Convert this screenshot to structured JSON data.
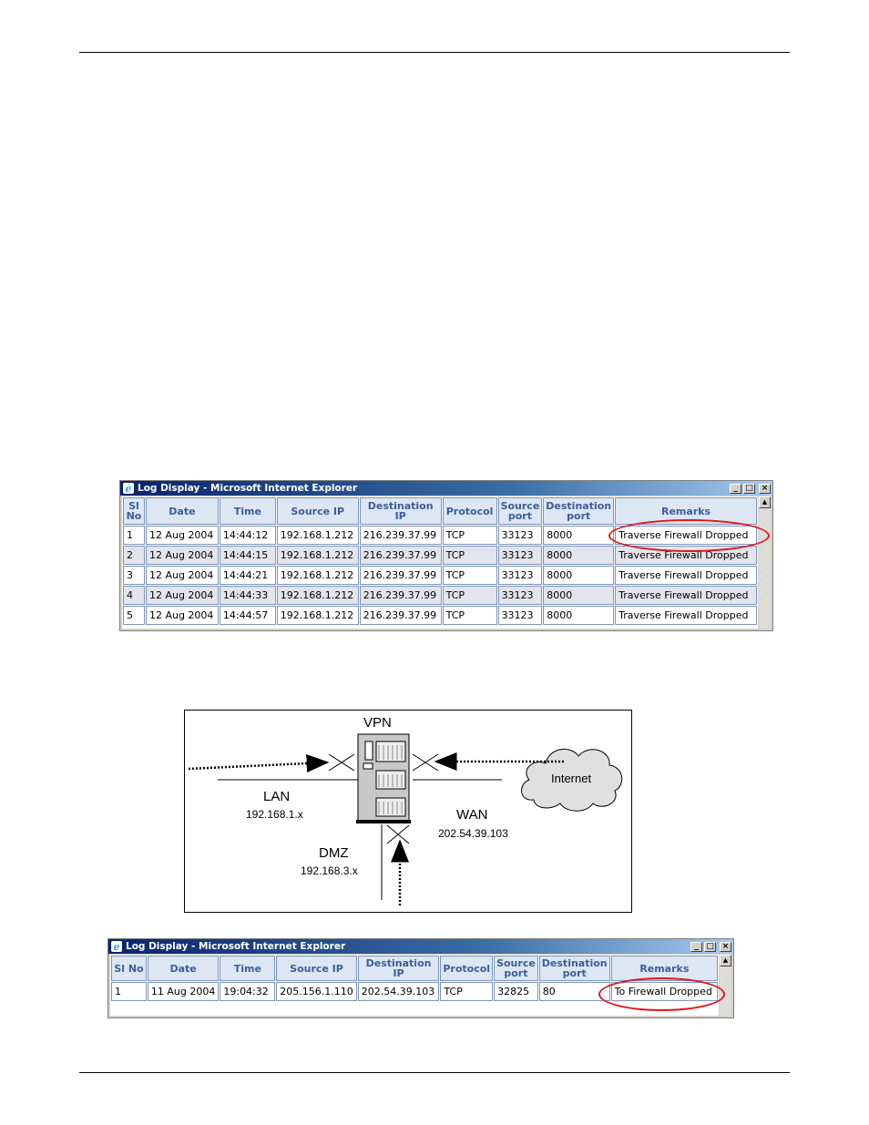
{
  "window1": {
    "title": "Log Display - Microsoft Internet Explorer",
    "controls": [
      "_",
      "□",
      "×"
    ],
    "columns": [
      "Sl No",
      "Date",
      "Time",
      "Source IP",
      "Destination IP",
      "Protocol",
      "Source port",
      "Destination port",
      "Remarks"
    ],
    "rows": [
      {
        "sl": "1",
        "date": "12 Aug 2004",
        "time": "14:44:12",
        "src_ip": "192.168.1.212",
        "dst_ip": "216.239.37.99",
        "protocol": "TCP",
        "src_port": "33123",
        "dst_port": "8000",
        "remarks": "Traverse Firewall Dropped"
      },
      {
        "sl": "2",
        "date": "12 Aug 2004",
        "time": "14:44:15",
        "src_ip": "192.168.1.212",
        "dst_ip": "216.239.37.99",
        "protocol": "TCP",
        "src_port": "33123",
        "dst_port": "8000",
        "remarks": "Traverse Firewall Dropped"
      },
      {
        "sl": "3",
        "date": "12 Aug 2004",
        "time": "14:44:21",
        "src_ip": "192.168.1.212",
        "dst_ip": "216.239.37.99",
        "protocol": "TCP",
        "src_port": "33123",
        "dst_port": "8000",
        "remarks": "Traverse Firewall Dropped"
      },
      {
        "sl": "4",
        "date": "12 Aug 2004",
        "time": "14:44:33",
        "src_ip": "192.168.1.212",
        "dst_ip": "216.239.37.99",
        "protocol": "TCP",
        "src_port": "33123",
        "dst_port": "8000",
        "remarks": "Traverse Firewall Dropped"
      },
      {
        "sl": "5",
        "date": "12 Aug 2004",
        "time": "14:44:57",
        "src_ip": "192.168.1.212",
        "dst_ip": "216.239.37.99",
        "protocol": "TCP",
        "src_port": "33123",
        "dst_port": "8000",
        "remarks": "Traverse Firewall Dropped"
      }
    ]
  },
  "diagram": {
    "vpn": "VPN",
    "internet": "Internet",
    "lan": "LAN",
    "lan_ip": "192.168.1.x",
    "wan": "WAN",
    "wan_ip": "202.54.39.103",
    "dmz": "DMZ",
    "dmz_ip": "192.168.3.x"
  },
  "window2": {
    "title": "Log Display - Microsoft Internet Explorer",
    "controls": [
      "_",
      "□",
      "×"
    ],
    "columns": [
      "Sl No",
      "Date",
      "Time",
      "Source IP",
      "Destination IP",
      "Protocol",
      "Source port",
      "Destination port",
      "Remarks"
    ],
    "rows": [
      {
        "sl": "1",
        "date": "11 Aug 2004",
        "time": "19:04:32",
        "src_ip": "205.156.1.110",
        "dst_ip": "202.54.39.103",
        "protocol": "TCP",
        "src_port": "32825",
        "dst_port": "80",
        "remarks": "To Firewall Dropped"
      }
    ]
  },
  "colors": {
    "titlebar": "#0a246a",
    "header_text": "#3a5f9c",
    "highlight_ellipse": "#e2141a"
  }
}
